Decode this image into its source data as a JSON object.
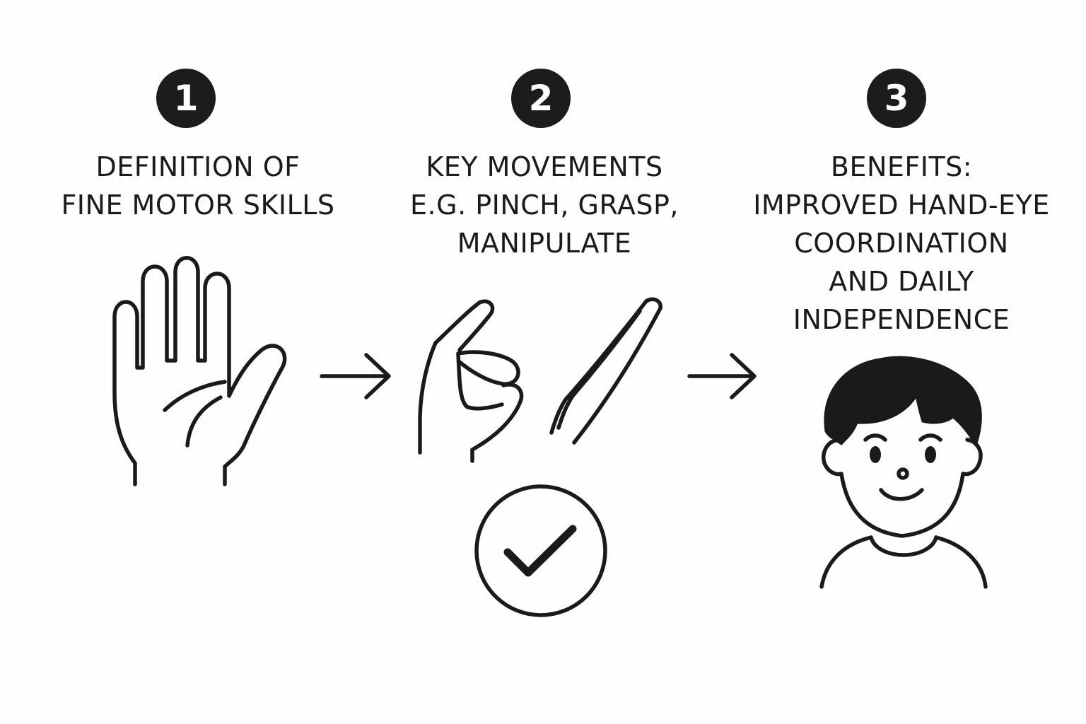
{
  "steps": [
    {
      "number": "1",
      "title_lines": [
        "DEFINITION OF",
        "FINE MOTOR SKILLS"
      ],
      "icon": "open-hand-icon"
    },
    {
      "number": "2",
      "title_lines": [
        "KEY MOVEMENTS",
        "E.G. PINCH, GRASP,",
        "MANIPULATE"
      ],
      "icon": "pinch-hand-icon"
    },
    {
      "number": "3",
      "title_lines": [
        "BENEFITS:",
        "IMPROVED HAND-EYE",
        "COORDINATION",
        "AND DAILY",
        "INDEPENDENCE"
      ],
      "icon": "child-face-icon"
    }
  ],
  "extra_icons": [
    "tweezers-icon",
    "checkmark-circle-icon",
    "arrow-right-icon"
  ],
  "colors": {
    "ink": "#1a1a1a",
    "background": "#fefefe",
    "badge": "#1c1c1c"
  }
}
